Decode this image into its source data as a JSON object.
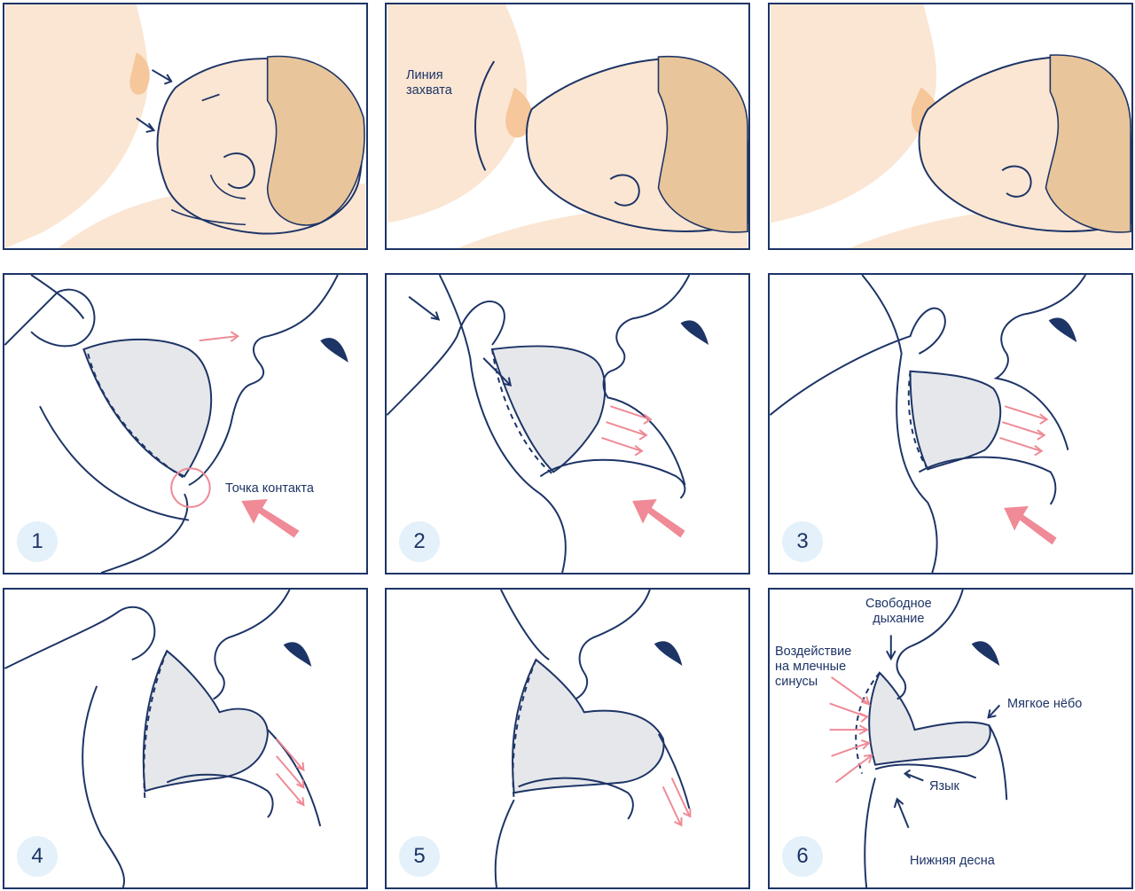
{
  "colors": {
    "outline": "#1d3466",
    "skin": "#fbe6d3",
    "hair": "#e8c59a",
    "areola": "#f6c79a",
    "breast_tissue": "#e5e7ea",
    "arrow_pink": "#ef8a96",
    "circle_bg": "#e4f1fa"
  },
  "top_row": {
    "panel2_label": "Линия\nзахвата"
  },
  "steps": [
    {
      "number": "1",
      "labels": {
        "contact_point": "Точка контакта"
      }
    },
    {
      "number": "2"
    },
    {
      "number": "3"
    },
    {
      "number": "4"
    },
    {
      "number": "5"
    },
    {
      "number": "6",
      "labels": {
        "free_breathing": "Свободное\nдыхание",
        "sinus_effect": "Воздействие\nна млечные\nсинусы",
        "soft_palate": "Мягкое нёбо",
        "tongue": "Язык",
        "lower_gum": "Нижняя десна"
      }
    }
  ]
}
